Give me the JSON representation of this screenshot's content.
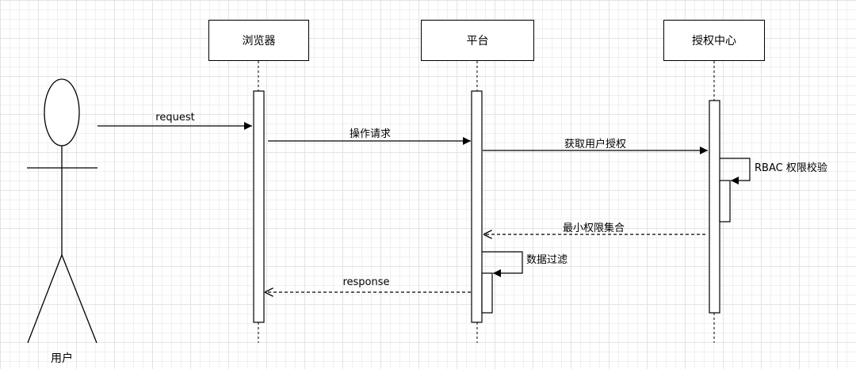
{
  "participants": [
    {
      "id": "browser",
      "label": "浏览器"
    },
    {
      "id": "platform",
      "label": "平台"
    },
    {
      "id": "auth",
      "label": "授权中心"
    }
  ],
  "actor": {
    "label": "用户"
  },
  "messages": [
    {
      "id": "request",
      "label": "request",
      "style": "solid"
    },
    {
      "id": "operate",
      "label": "操作请求",
      "style": "solid"
    },
    {
      "id": "get_auth",
      "label": "获取用户授权",
      "style": "solid"
    },
    {
      "id": "rbac",
      "label": "RBAC 权限校验",
      "style": "self"
    },
    {
      "id": "min_set",
      "label": "最小权限集合",
      "style": "dashed"
    },
    {
      "id": "filter",
      "label": "数据过滤",
      "style": "self"
    },
    {
      "id": "response",
      "label": "response",
      "style": "dashed"
    }
  ]
}
